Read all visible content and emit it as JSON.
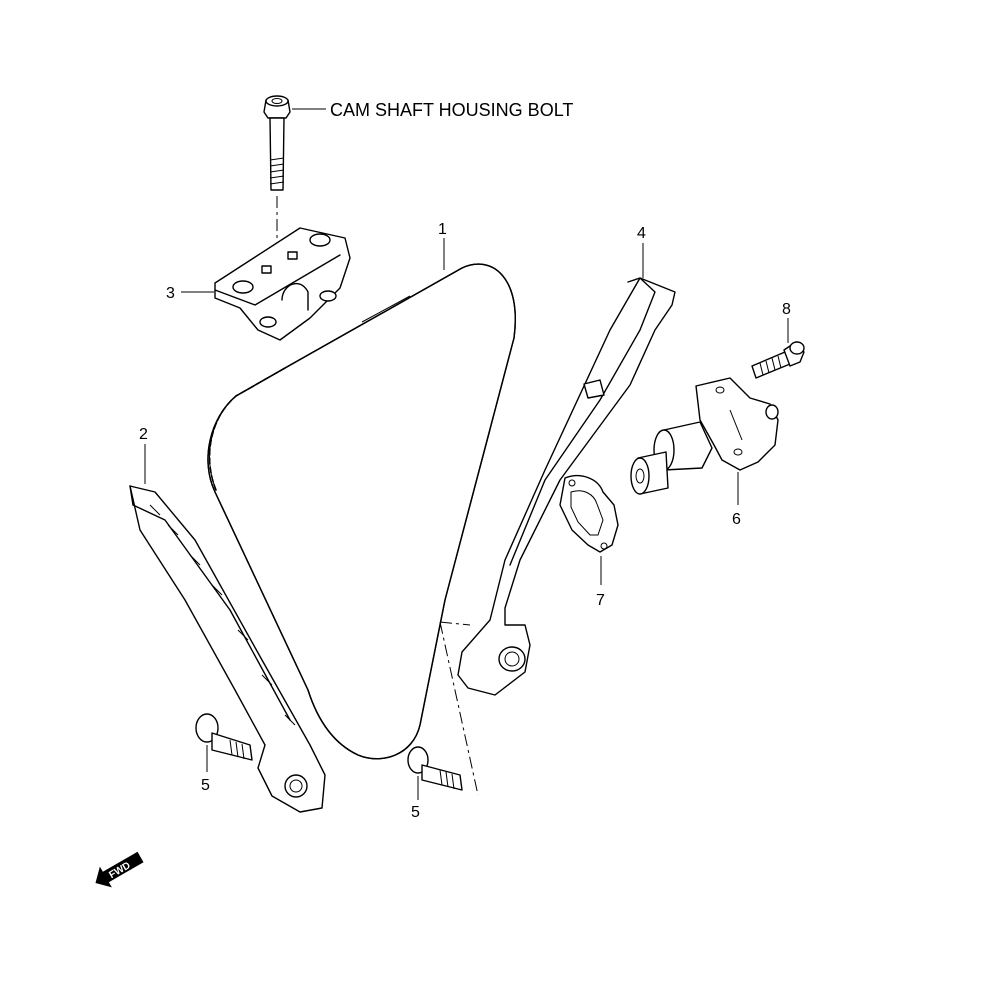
{
  "diagram": {
    "labels": {
      "cam_shaft_housing_bolt": "CAM SHAFT HOUSING BOLT",
      "fwd": "FWD"
    },
    "callouts": {
      "chain": "1",
      "guide_left": "2",
      "housing": "3",
      "guide_right": "4",
      "bolt_left": "5",
      "bolt_center": "5",
      "tensioner": "6",
      "gasket": "7",
      "tensioner_bolt": "8"
    }
  }
}
